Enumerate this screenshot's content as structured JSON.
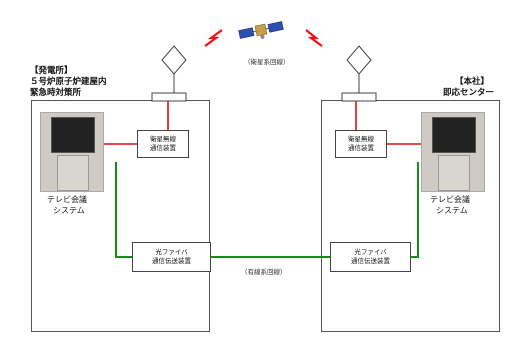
{
  "satellite": {
    "label": "（衛星系回線）",
    "icon": "satellite-icon"
  },
  "wired_link": {
    "label": "（有線系回線）"
  },
  "power_station": {
    "heading_lines": [
      "【発電所】",
      "５号炉原子炉建屋内",
      "緊急時対策所"
    ],
    "satellite_device": [
      "衛星無線",
      "通信装置"
    ],
    "fiber_device": [
      "光ファイバ",
      "通信伝送装置"
    ],
    "tv_caption": [
      "テレビ会議",
      "システム"
    ]
  },
  "head_office": {
    "heading_lines": [
      "【本社】",
      "即応センター"
    ],
    "satellite_device": [
      "衛星無線",
      "通信装置"
    ],
    "fiber_device": [
      "光ファイバ",
      "通信伝送装置"
    ],
    "tv_caption": [
      "テレビ会議",
      "システム"
    ]
  },
  "colors": {
    "satellite_line": "#dd1111",
    "fiber_line": "#1a8a1a",
    "lightning": "#ee1111",
    "border": "#555555"
  }
}
